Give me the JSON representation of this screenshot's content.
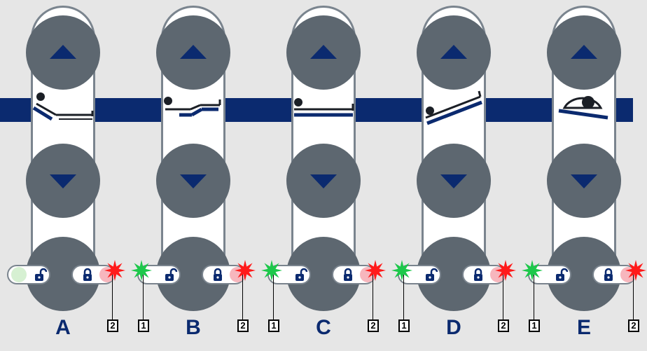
{
  "colors": {
    "background": "#e6e6e6",
    "band": "#0b2a6f",
    "button": "#5d6770",
    "arrow": "#0b2a6f",
    "strip_border": "#7a848e",
    "led_green": "#1cc84a",
    "led_red": "#ff1a1a",
    "glow_red": "#f7b6bd",
    "glow_green": "#d6f0d2",
    "letter": "#0b2a6f"
  },
  "columns": [
    {
      "letter": "A",
      "position_icon": "chair-position-icon",
      "up_icon": "arrow-up-icon",
      "down_icon": "arrow-down-icon",
      "unlock_icon": "unlock-icon",
      "lock_icon": "lock-icon",
      "left_led": "none",
      "right_led": "red",
      "callouts": [
        "2"
      ]
    },
    {
      "letter": "B",
      "position_icon": "cardiac-position-icon",
      "up_icon": "arrow-up-icon",
      "down_icon": "arrow-down-icon",
      "unlock_icon": "unlock-icon",
      "lock_icon": "lock-icon",
      "left_led": "green",
      "right_led": "red",
      "callouts": [
        "1",
        "2"
      ]
    },
    {
      "letter": "C",
      "position_icon": "flat-position-icon",
      "up_icon": "arrow-up-icon",
      "down_icon": "arrow-down-icon",
      "unlock_icon": "unlock-icon",
      "lock_icon": "lock-icon",
      "left_led": "green",
      "right_led": "red",
      "callouts": [
        "1",
        "2"
      ]
    },
    {
      "letter": "D",
      "position_icon": "tilt-position-icon",
      "up_icon": "arrow-up-icon",
      "down_icon": "arrow-down-icon",
      "unlock_icon": "unlock-icon",
      "lock_icon": "lock-icon",
      "left_led": "green",
      "right_led": "red",
      "callouts": [
        "1",
        "2"
      ]
    },
    {
      "letter": "E",
      "position_icon": "lateral-tilt-icon",
      "up_icon": "arrow-up-icon",
      "down_icon": "arrow-down-icon",
      "unlock_icon": "unlock-icon",
      "lock_icon": "lock-icon",
      "left_led": "green",
      "right_led": "red",
      "callouts": [
        "1",
        "2"
      ]
    }
  ]
}
